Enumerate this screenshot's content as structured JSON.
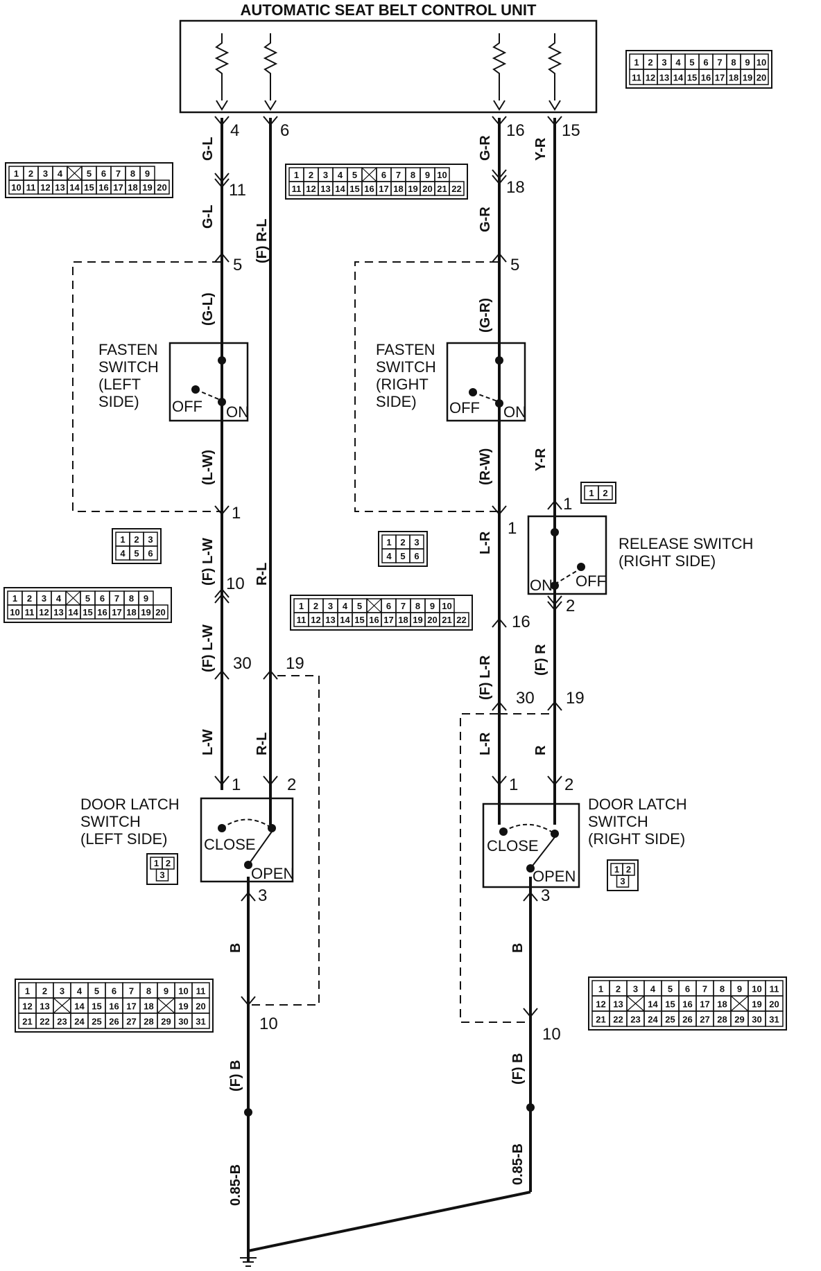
{
  "title": "AUTOMATIC SEAT BELT CONTROL UNIT",
  "control_unit_pins": [
    "4",
    "6",
    "16",
    "15"
  ],
  "control_connector": {
    "rows": [
      [
        "1",
        "2",
        "3",
        "4",
        "5",
        "6",
        "7",
        "8",
        "9",
        "10"
      ],
      [
        "11",
        "12",
        "13",
        "14",
        "15",
        "16",
        "17",
        "18",
        "19",
        "20"
      ]
    ]
  },
  "connector_left_upper": {
    "rows": [
      [
        "1",
        "2",
        "3",
        "4",
        "",
        "5",
        "6",
        "7",
        "8",
        "9"
      ],
      [
        "10",
        "11",
        "12",
        "13",
        "14",
        "15",
        "16",
        "17",
        "18",
        "19",
        "20"
      ]
    ]
  },
  "connector_mid_upper": {
    "rows": [
      [
        "1",
        "2",
        "3",
        "4",
        "5",
        "",
        "6",
        "7",
        "8",
        "9",
        "10"
      ],
      [
        "11",
        "12",
        "13",
        "14",
        "15",
        "16",
        "17",
        "18",
        "19",
        "20",
        "21",
        "22"
      ]
    ]
  },
  "connector_left_mid": {
    "rows": [
      [
        "1",
        "2",
        "3",
        "4",
        "",
        "5",
        "6",
        "7",
        "8",
        "9"
      ],
      [
        "10",
        "11",
        "12",
        "13",
        "14",
        "15",
        "16",
        "17",
        "18",
        "19",
        "20"
      ]
    ]
  },
  "connector_mid_mid": {
    "rows": [
      [
        "1",
        "2",
        "3",
        "4",
        "5",
        "",
        "6",
        "7",
        "8",
        "9",
        "10"
      ],
      [
        "11",
        "12",
        "13",
        "14",
        "15",
        "16",
        "17",
        "18",
        "19",
        "20",
        "21",
        "22"
      ]
    ]
  },
  "connector_three": {
    "rows": [
      [
        "1",
        "2",
        "3"
      ],
      [
        "4",
        "5",
        "6"
      ]
    ]
  },
  "connector_two": {
    "rows": [
      [
        "1",
        "2"
      ]
    ]
  },
  "connector_door": {
    "rows": [
      [
        "1",
        "2"
      ],
      [
        "3"
      ]
    ]
  },
  "connector_bottom": {
    "rows": [
      [
        "1",
        "2",
        "3",
        "4",
        "5",
        "6",
        "7",
        "8",
        "9",
        "10",
        "11"
      ],
      [
        "12",
        "13",
        "",
        "14",
        "15",
        "16",
        "17",
        "18",
        "",
        "19",
        "20"
      ],
      [
        "21",
        "22",
        "23",
        "24",
        "25",
        "26",
        "27",
        "28",
        "29",
        "30",
        "31"
      ]
    ]
  },
  "wires": {
    "gl": "G-L",
    "gl_paren": "(G-L)",
    "rl": "R-L",
    "f_rl": "(F) R-L",
    "lw_paren": "(L-W)",
    "f_lw": "(F) L-W",
    "lw": "L-W",
    "gr": "G-R",
    "gr_paren": "(G-R)",
    "yr": "Y-R",
    "rw_paren": "(R-W)",
    "lr": "L-R",
    "f_lr": "(F) L-R",
    "f_r": "(F) R",
    "r": "R",
    "b": "B",
    "f_b": "(F) B",
    "b085": "0.85-B"
  },
  "pins": {
    "p11": "11",
    "p5": "5",
    "p1": "1",
    "p10": "10",
    "p30": "30",
    "p19": "19",
    "p2": "2",
    "p3": "3",
    "p18": "18",
    "p16": "16"
  },
  "components": {
    "fasten_left": [
      "FASTEN",
      "SWITCH",
      "(LEFT",
      "SIDE)"
    ],
    "fasten_right": [
      "FASTEN",
      "SWITCH",
      "(RIGHT",
      "SIDE)"
    ],
    "release_right": [
      "RELEASE SWITCH",
      "(RIGHT SIDE)"
    ],
    "door_left": [
      "DOOR LATCH",
      "SWITCH",
      "(LEFT SIDE)"
    ],
    "door_right": [
      "DOOR LATCH",
      "SWITCH",
      "(RIGHT SIDE)"
    ],
    "off": "OFF",
    "on": "ON",
    "close": "CLOSE",
    "open": "OPEN"
  }
}
